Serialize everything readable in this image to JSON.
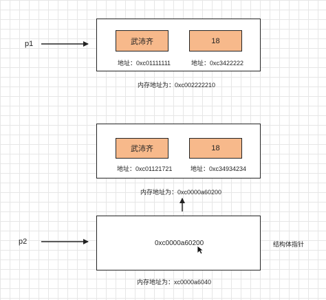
{
  "p1": {
    "label": "p1",
    "struct": {
      "name_value": "武沛齐",
      "age_value": "18",
      "name_address": "地址：0xc01111111",
      "age_address": "地址：0xc3422222"
    },
    "memory_address": "内存地址为：0xc002222210"
  },
  "copy": {
    "struct": {
      "name_value": "武沛齐",
      "age_value": "18",
      "name_address": "地址：0xc01121721",
      "age_address": "地址：0xc34934234"
    },
    "memory_address": "内存地址为：0xc0000a60200"
  },
  "p2": {
    "label": "p2",
    "pointer_value": "0xc0000a60200",
    "memory_address": "内存地址为：xc0000a6040",
    "annotation": "结构体指针"
  }
}
